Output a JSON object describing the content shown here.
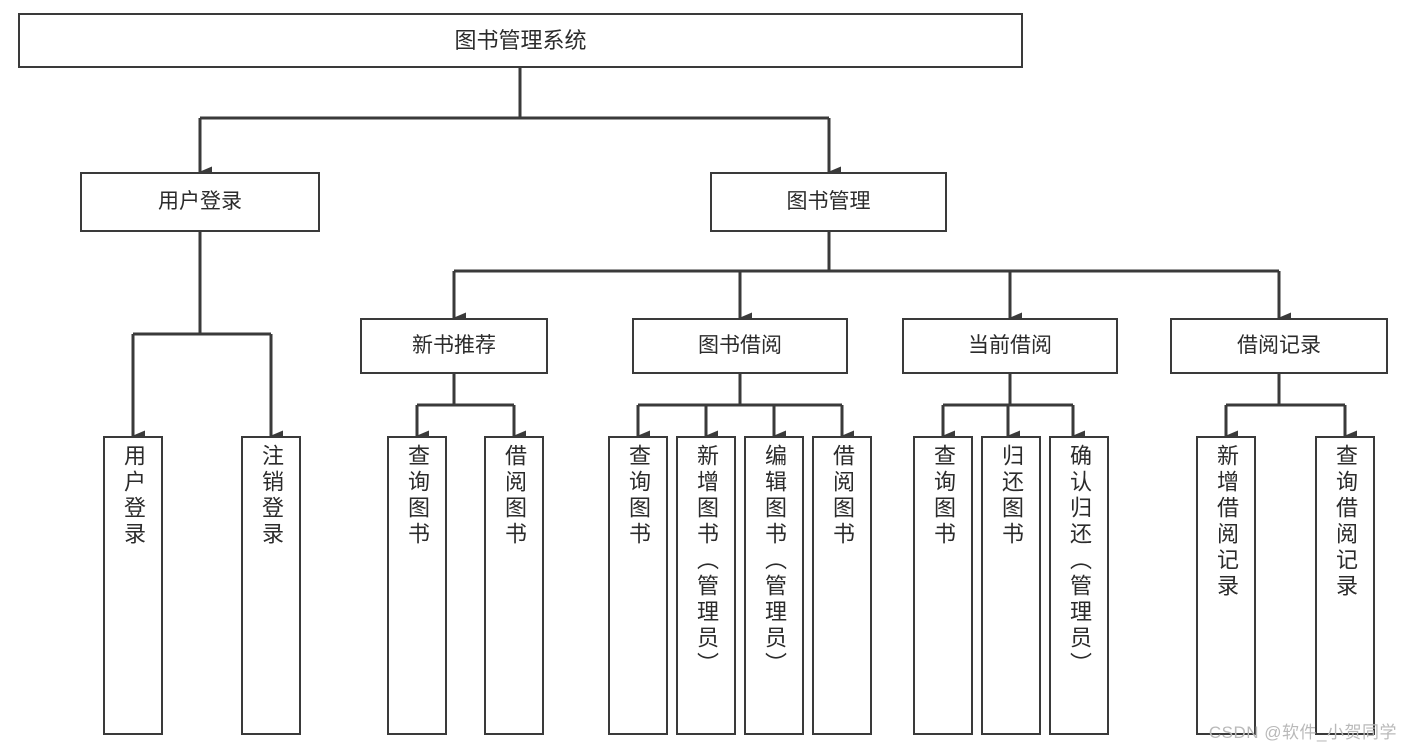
{
  "diagram": {
    "title": "图书管理系统",
    "type": "hierarchy-tree",
    "root": {
      "label": "图书管理系统"
    },
    "level2": [
      {
        "label": "用户登录"
      },
      {
        "label": "图书管理"
      }
    ],
    "level3": [
      {
        "label": "新书推荐",
        "parent": "图书管理"
      },
      {
        "label": "图书借阅",
        "parent": "图书管理"
      },
      {
        "label": "当前借阅",
        "parent": "图书管理"
      },
      {
        "label": "借阅记录",
        "parent": "图书管理"
      }
    ],
    "leaves": [
      {
        "label": "用户登录",
        "parent": "用户登录"
      },
      {
        "label": "注销登录",
        "parent": "用户登录"
      },
      {
        "label": "查询图书",
        "parent": "新书推荐"
      },
      {
        "label": "借阅图书",
        "parent": "新书推荐"
      },
      {
        "label": "查询图书",
        "parent": "图书借阅"
      },
      {
        "label": "新增图书（管理员）",
        "parent": "图书借阅"
      },
      {
        "label": "编辑图书（管理员）",
        "parent": "图书借阅"
      },
      {
        "label": "借阅图书",
        "parent": "图书借阅"
      },
      {
        "label": "查询图书",
        "parent": "当前借阅"
      },
      {
        "label": "归还图书",
        "parent": "当前借阅"
      },
      {
        "label": "确认归还（管理员）",
        "parent": "当前借阅"
      },
      {
        "label": "新增借阅记录",
        "parent": "借阅记录"
      },
      {
        "label": "查询借阅记录",
        "parent": "借阅记录"
      }
    ],
    "colors": {
      "box_border": "#3a3a3a",
      "connector": "#3a3a3a",
      "text": "#2b2b2b",
      "background": "#ffffff",
      "watermark": "#b9b9b9"
    },
    "watermark": "CSDN @软件_小贺同学"
  }
}
